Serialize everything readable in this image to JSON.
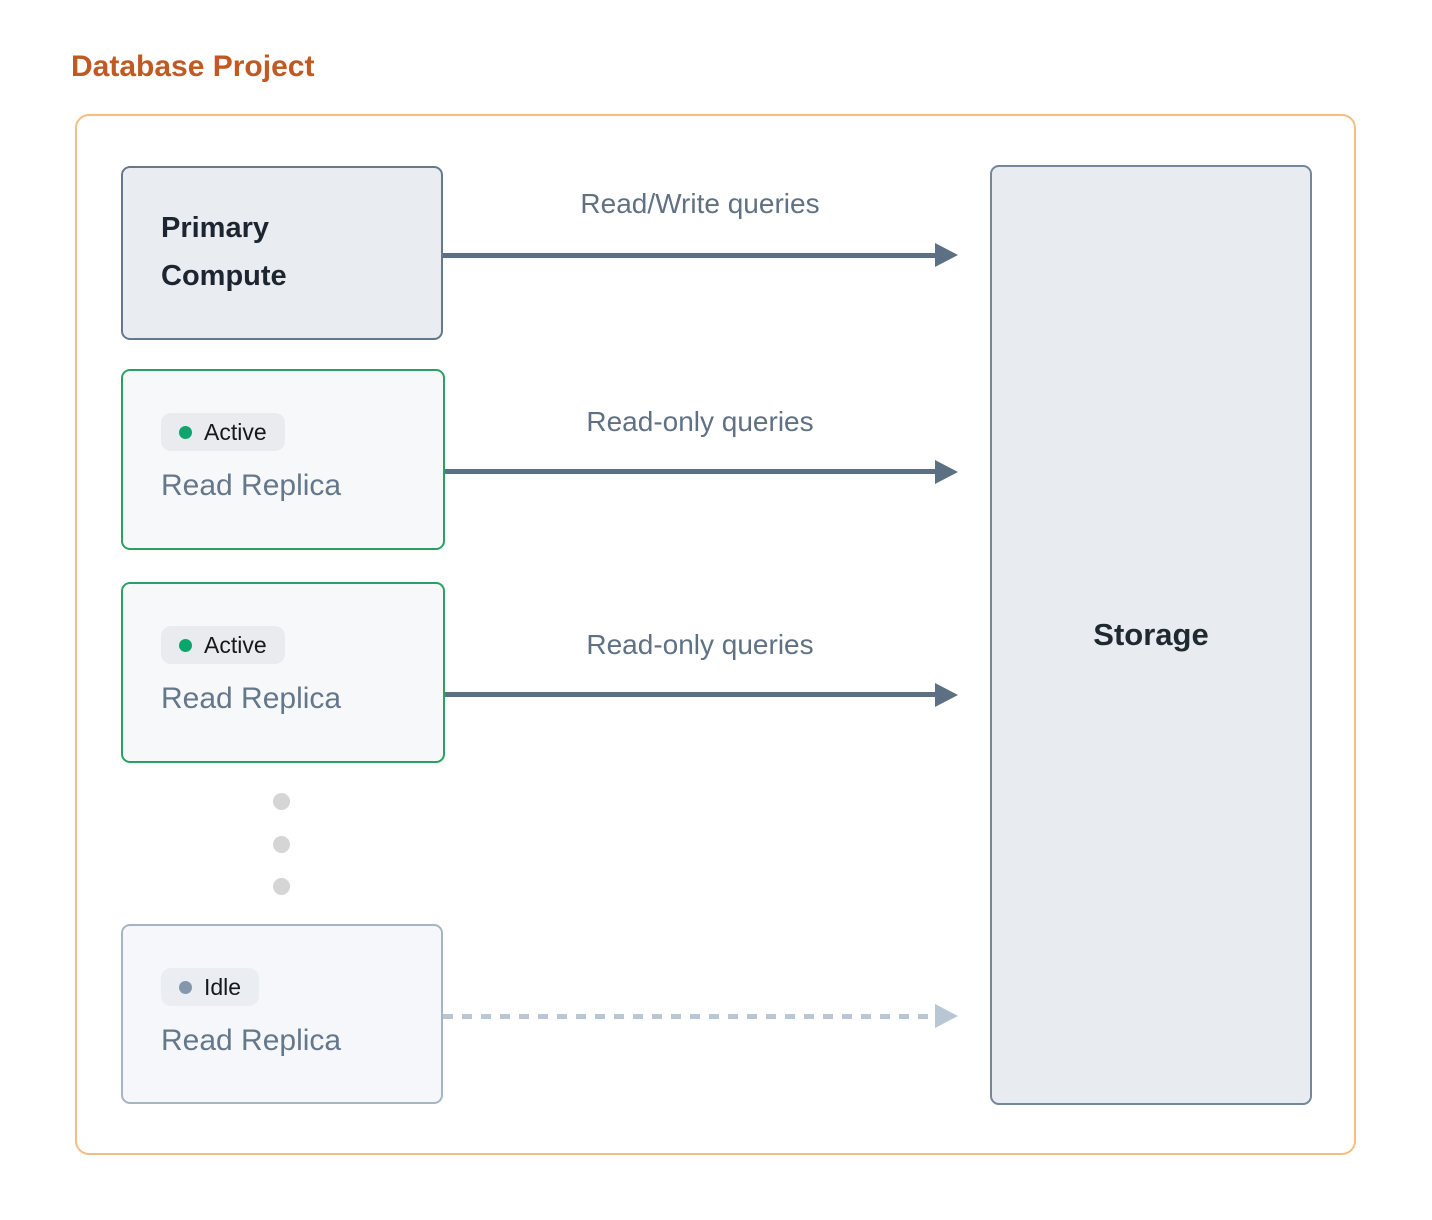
{
  "page": {
    "title": "Database Project"
  },
  "colors": {
    "title": "#c05a22",
    "container_border": "#f4be82",
    "arrow": "#5b7083",
    "arrow_label": "#5f7183",
    "active_border": "#2aa163",
    "active_dot": "#0ca66c",
    "idle_dot": "#8498ab",
    "idle_border": "#a6b5c3",
    "node_text": "#64778b",
    "storage_bg": "#e8ebef",
    "dashed_arrow": "#b9c6d3"
  },
  "diagram": {
    "nodes": {
      "primary": {
        "label": "Primary Compute"
      },
      "replica1": {
        "badge": "Active",
        "label": "Read Replica"
      },
      "replica2": {
        "badge": "Active",
        "label": "Read Replica"
      },
      "idle_replica": {
        "badge": "Idle",
        "label": "Read Replica"
      },
      "storage": {
        "label": "Storage"
      }
    },
    "edges": [
      {
        "from": "primary",
        "to": "storage",
        "label": "Read/Write queries",
        "style": "solid"
      },
      {
        "from": "replica1",
        "to": "storage",
        "label": "Read-only queries",
        "style": "solid"
      },
      {
        "from": "replica2",
        "to": "storage",
        "label": "Read-only queries",
        "style": "solid"
      },
      {
        "from": "idle_replica",
        "to": "storage",
        "label": "",
        "style": "dashed"
      }
    ]
  }
}
